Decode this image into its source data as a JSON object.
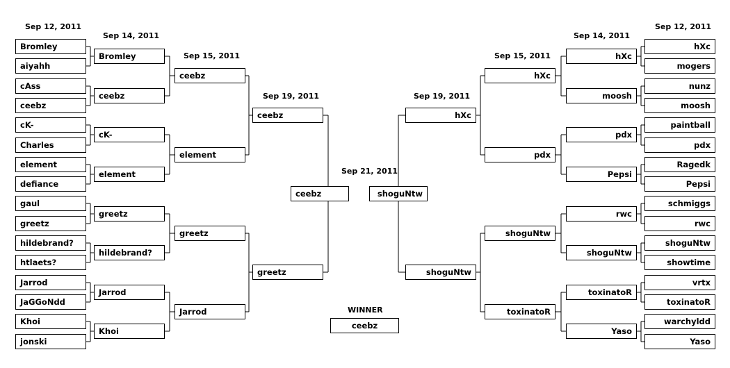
{
  "dates": {
    "left_r1": "Sep 12, 2011",
    "left_r2": "Sep 14, 2011",
    "left_r3": "Sep 15, 2011",
    "left_r4": "Sep 19, 2011",
    "final": "Sep 21, 2011",
    "right_r4": "Sep 19, 2011",
    "right_r3": "Sep 15, 2011",
    "right_r2": "Sep 14, 2011",
    "right_r1": "Sep 12, 2011"
  },
  "left": {
    "r1": [
      "Bromley",
      "aiyahh",
      "cAss",
      "ceebz",
      "cK-",
      "Charles",
      "element",
      "defiance",
      "gaul",
      "greetz",
      "hildebrand?",
      "htlaets?",
      "Jarrod",
      "JaGGoNdd",
      "Khoi",
      "jonski"
    ],
    "r2": [
      "Bromley",
      "ceebz",
      "cK-",
      "element",
      "greetz",
      "hildebrand?",
      "Jarrod",
      "Khoi"
    ],
    "r3": [
      "ceebz",
      "element",
      "greetz",
      "Jarrod"
    ],
    "r4": [
      "ceebz",
      "greetz"
    ]
  },
  "right": {
    "r1": [
      "hXc",
      "mogers",
      "nunz",
      "moosh",
      "paintball",
      "pdx",
      "Ragedk",
      "Pepsi",
      "schmiggs",
      "rwc",
      "shoguNtw",
      "showtime",
      "vrtx",
      "toxinatoR",
      "warchyldd",
      "Yaso"
    ],
    "r2": [
      "hXc",
      "moosh",
      "pdx",
      "Pepsi",
      "rwc",
      "shoguNtw",
      "toxinatoR",
      "Yaso"
    ],
    "r3": [
      "hXc",
      "pdx",
      "shoguNtw",
      "toxinatoR"
    ],
    "r4": [
      "hXc",
      "shoguNtw"
    ]
  },
  "final": {
    "left": "ceebz",
    "right": "shoguNtw"
  },
  "winner": {
    "label": "WINNER",
    "name": "ceebz"
  }
}
